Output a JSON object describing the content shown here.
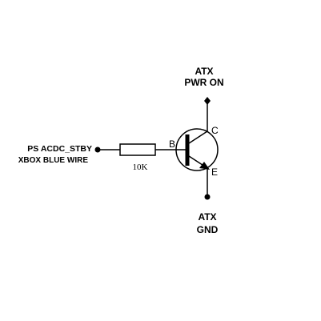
{
  "input": {
    "line1": "PS ACDC_STBY",
    "line2": "XBOX BLUE WIRE"
  },
  "resistor": {
    "value": "10K"
  },
  "transistor": {
    "base_label": "B",
    "collector_label": "C",
    "emitter_label": "E"
  },
  "top_terminal": {
    "line1": "ATX",
    "line2": "PWR ON"
  },
  "bottom_terminal": {
    "line1": "ATX",
    "line2": "GND"
  },
  "colors": {
    "ink": "#000000",
    "background": "#ffffff"
  }
}
